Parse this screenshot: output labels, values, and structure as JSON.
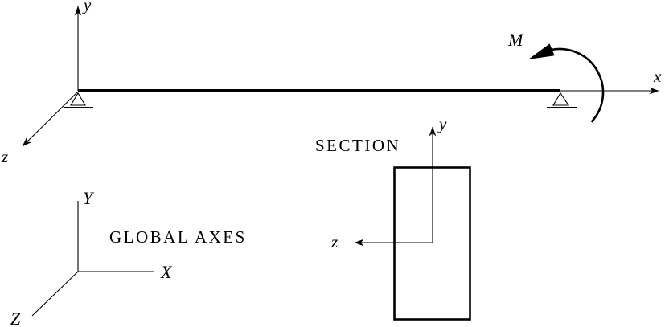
{
  "figure": {
    "colors": {
      "ink": "#000000",
      "background": "#ffffff"
    },
    "beam": {
      "x_axis_label": "x",
      "y_axis_label": "y",
      "z_axis_label": "z",
      "moment_label": "M"
    },
    "section": {
      "title": "SECTION",
      "y_axis_label": "y",
      "z_axis_label": "z"
    },
    "global_axes": {
      "title": "GLOBAL AXES",
      "x_axis_label": "X",
      "y_axis_label": "Y",
      "z_axis_label": "Z"
    }
  }
}
